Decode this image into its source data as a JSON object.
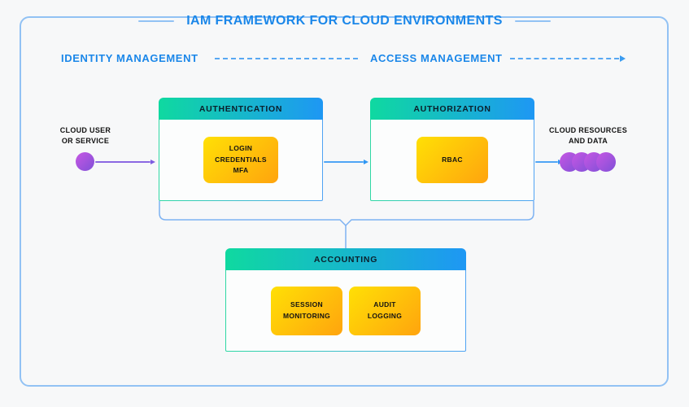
{
  "title": "IAM FRAMEWORK FOR CLOUD ENVIRONMENTS",
  "lanes": {
    "identity_label": "IDENTITY MANAGEMENT",
    "access_label": "ACCESS MANAGEMENT"
  },
  "nodes": {
    "authentication": {
      "header": "AUTHENTICATION",
      "items": [
        {
          "label": "LOGIN\nCREDENTIALS\nMFA"
        }
      ]
    },
    "authorization": {
      "header": "AUTHORIZATION",
      "items": [
        {
          "label": "RBAC"
        }
      ]
    },
    "accounting": {
      "header": "ACCOUNTING",
      "items": [
        {
          "label": "SESSION\nMONITORING"
        },
        {
          "label": "AUDIT\nLOGGING"
        }
      ]
    }
  },
  "endpoints": {
    "source_label": "CLOUD USER\nOR SERVICE",
    "target_label": "CLOUD RESOURCES\nAND DATA"
  },
  "colors": {
    "accent_blue": "#1b87e9",
    "frame_blue": "#92c2f4",
    "header_gradient_start": "#0fd9a0",
    "header_gradient_end": "#1e97f4",
    "chip_gradient_start": "#ffe005",
    "chip_gradient_end": "#ffa40e",
    "endpoint_purple_start": "#c757e3",
    "endpoint_purple_end": "#8050d8",
    "arrow_purple": "#8b68e2",
    "arrow_blue": "#4fa5f5"
  }
}
